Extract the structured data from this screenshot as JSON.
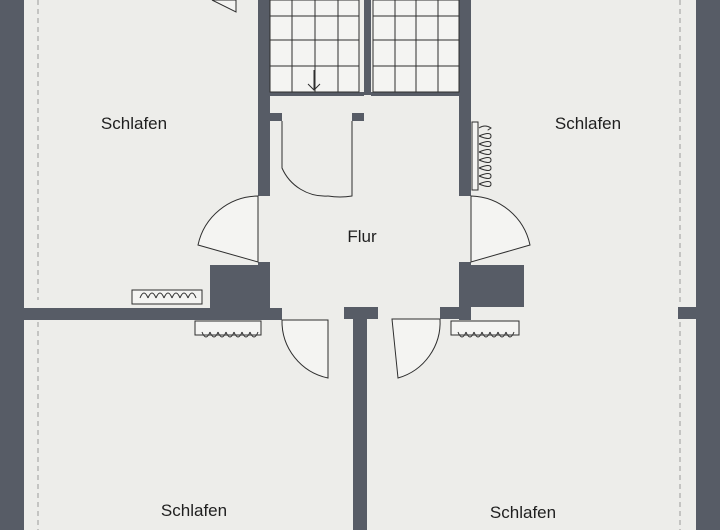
{
  "rooms": [
    {
      "label": "Schlafen"
    },
    {
      "label": "Schlafen"
    },
    {
      "label": "Flur"
    },
    {
      "label": "Schlafen"
    },
    {
      "label": "Schlafen"
    }
  ],
  "colors": {
    "wall": "#575c66",
    "floor": "#ededea",
    "background": "#e8e8e4",
    "line": "#2e2e2e",
    "dashed": "#9a9a9a"
  },
  "icons": [
    "door-swing-icon",
    "radiator-icon",
    "stair-arrow-icon"
  ]
}
